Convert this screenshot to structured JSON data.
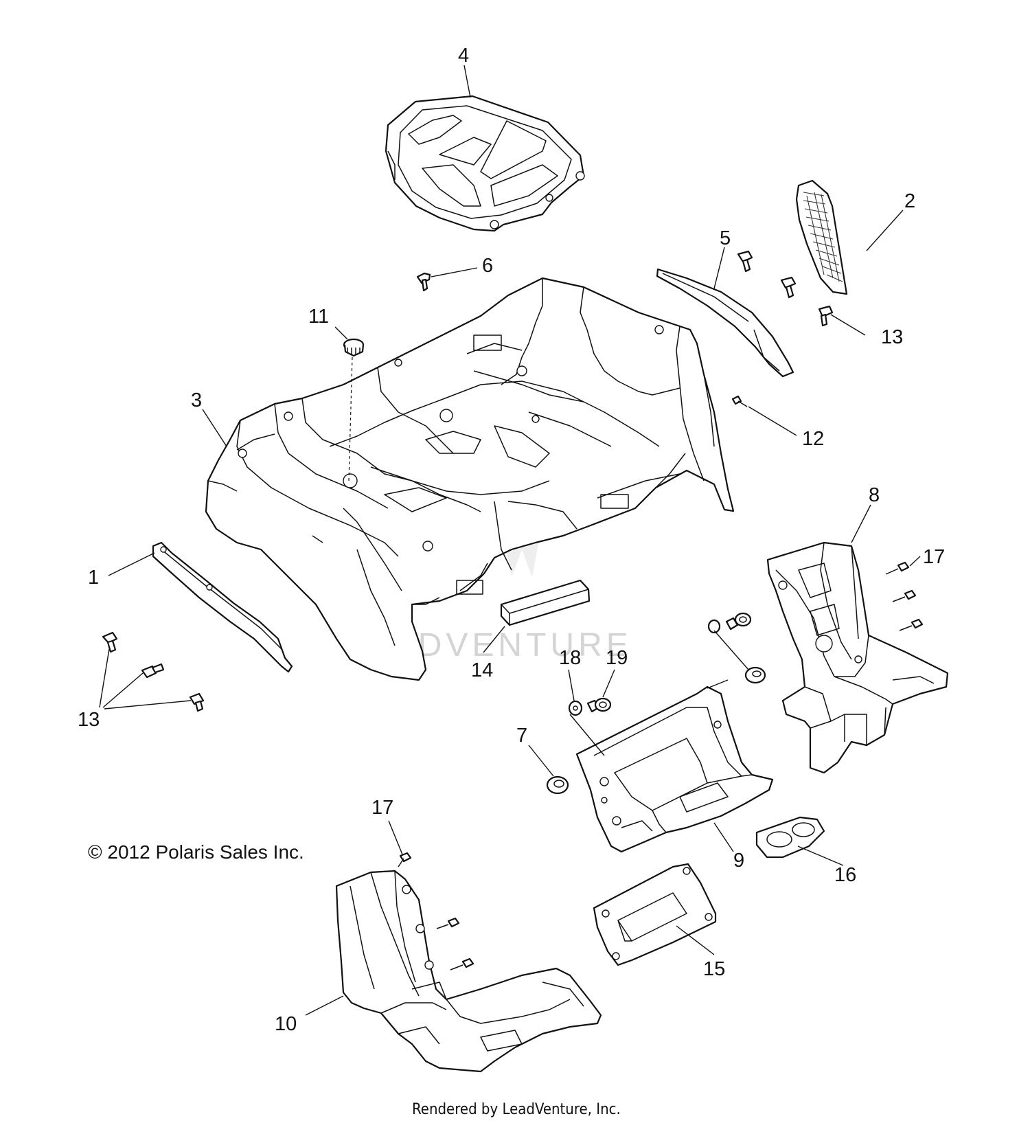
{
  "callouts": {
    "c1": "1",
    "c2": "2",
    "c3": "3",
    "c4": "4",
    "c5": "5",
    "c6": "6",
    "c7": "7",
    "c8": "8",
    "c9": "9",
    "c10": "10",
    "c11": "11",
    "c12": "12",
    "c13a": "13",
    "c13b": "13",
    "c14": "14",
    "c15": "15",
    "c16": "16",
    "c17a": "17",
    "c17b": "17",
    "c18": "18",
    "c19": "19"
  },
  "copyright": "© 2012 Polaris Sales Inc.",
  "footer": "Rendered by LeadVenture, Inc.",
  "watermark": "LEADVENTURE"
}
